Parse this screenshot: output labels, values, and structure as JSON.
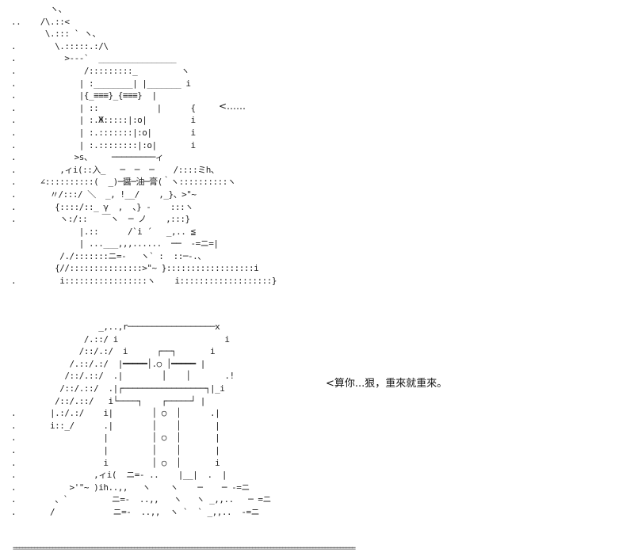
{
  "dialog_top": "<……",
  "dialog_bottom": "<算你...狠，重來就重來。",
  "separator": "=================================================================================================================",
  "art_top": "        ヽ、\n..    /\\.::<\n       \\.::: ` ヽ、\n.        \\.:::::.:/\\\n.          >‐‐‐`  ________________\n.              /:::::::::_         ヽ\n.             | :________| |_______ i\n.             |{_≡≡≡}_{≡≡≡}  |\n.             | ::            |      {\n.             | :.Ж:::::|:o|         i\n.             | :.:::::::|:o|        i\n.             | :.::::::::|:o|       i\n.            >s、    ─────────ィ\n.         ,ィi(::入_   ─  ─  ─    /::::ミh、\n.     ∠::::::::::(  _)─醤─油─膏(｀ヽ::::::::::ヽ\n.       〃/:::/ ＼  _, !__/    ,_}、>\"~\n.        {::::/::_ γ  ,  、} -    :::ヽ\n.         ヽ:/::   ￣ヽ  ─ ノ    ,:::}\n              |.::      /`i ´   _,.. ≦\n              | ...___,,,......  ──  -=ニ=|\n          /./:::::::ニ=-   ヽ` :  ::─-.、\n         {//:::::::::::::::>\"~ }::::::::::::::::::i\n.         i:::::::::::::::::ヽ    i:::::::::::::::::::}",
  "art_bottom": "                  _,..,r──────────────────x\n               /.::/ i                      i\n              /::/.:/  i      ┌──┐       i\n            /.::/.:/  |━━━━━│.○ │━━━━━ |\n           /::/.::/  .|        │    │       .!\n          /::/.::/  .|┌─────────────────┐|_i\n         /::/.::/   i└────┐    ┌─────┘ |\n.       |.:/.:/    i|        │ ○  │      .|\n.       i::_/      .|        │    │       |\n.                  |         │ ○  │       |\n.                  |         │    │       |\n.                  i         │ ○  │       i\n.                ,ィi(  ニ=- ..    |__|  .  |\n.           >'\"~ )ih..,,   ヽ    ヽ    ─    ─ -=ニ\n.        、`         ニ=-  ..,,   ヽ   ヽ _,,..   ─ =ニ\n.       /            ニ=-  ..,,  ヽ `  ` _,,..  -=ニ"
}
